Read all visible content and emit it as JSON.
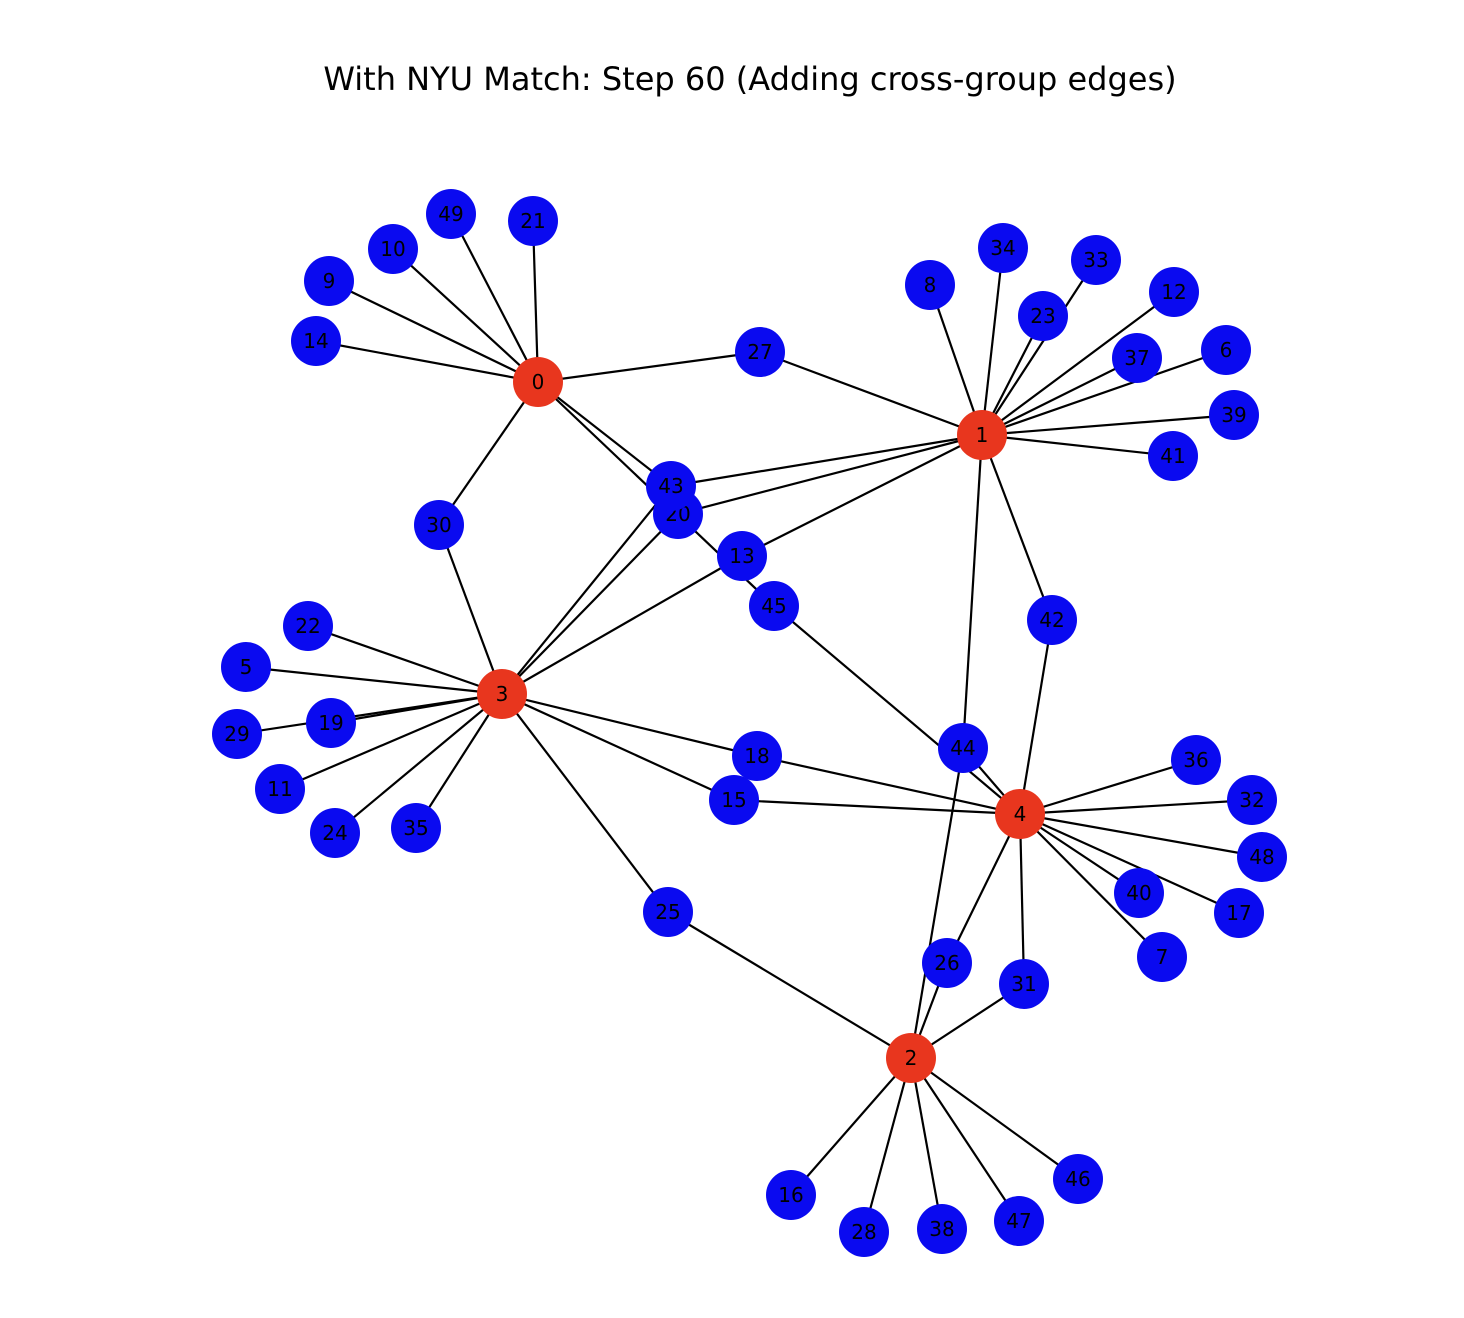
{
  "title": "With NYU Match: Step 60 (Adding cross-group edges)",
  "colors": {
    "hub": "#e8361e",
    "member": "#0a0af0",
    "edge": "#000000",
    "label": "#000000"
  },
  "hubs": [
    "0",
    "1",
    "2",
    "3",
    "4"
  ],
  "nodes": [
    "0",
    "1",
    "2",
    "3",
    "4",
    "5",
    "6",
    "7",
    "8",
    "9",
    "10",
    "11",
    "12",
    "13",
    "14",
    "15",
    "16",
    "17",
    "18",
    "19",
    "20",
    "21",
    "22",
    "23",
    "24",
    "25",
    "26",
    "27",
    "28",
    "29",
    "30",
    "31",
    "32",
    "33",
    "34",
    "35",
    "36",
    "37",
    "38",
    "39",
    "40",
    "41",
    "42",
    "43",
    "44",
    "45",
    "46",
    "47",
    "48",
    "49"
  ],
  "edges": [
    [
      "0",
      "14"
    ],
    [
      "0",
      "9"
    ],
    [
      "0",
      "10"
    ],
    [
      "0",
      "49"
    ],
    [
      "0",
      "21"
    ],
    [
      "0",
      "27"
    ],
    [
      "0",
      "30"
    ],
    [
      "0",
      "43"
    ],
    [
      "0",
      "45"
    ],
    [
      "1",
      "8"
    ],
    [
      "1",
      "34"
    ],
    [
      "1",
      "23"
    ],
    [
      "1",
      "33"
    ],
    [
      "1",
      "12"
    ],
    [
      "1",
      "37"
    ],
    [
      "1",
      "6"
    ],
    [
      "1",
      "39"
    ],
    [
      "1",
      "41"
    ],
    [
      "1",
      "27"
    ],
    [
      "1",
      "43"
    ],
    [
      "1",
      "20"
    ],
    [
      "1",
      "13"
    ],
    [
      "1",
      "42"
    ],
    [
      "1",
      "44"
    ],
    [
      "3",
      "22"
    ],
    [
      "3",
      "5"
    ],
    [
      "3",
      "19"
    ],
    [
      "3",
      "29"
    ],
    [
      "3",
      "11"
    ],
    [
      "3",
      "24"
    ],
    [
      "3",
      "35"
    ],
    [
      "3",
      "30"
    ],
    [
      "3",
      "43"
    ],
    [
      "3",
      "20"
    ],
    [
      "3",
      "13"
    ],
    [
      "3",
      "18"
    ],
    [
      "3",
      "15"
    ],
    [
      "3",
      "25"
    ],
    [
      "4",
      "36"
    ],
    [
      "4",
      "32"
    ],
    [
      "4",
      "48"
    ],
    [
      "4",
      "40"
    ],
    [
      "4",
      "17"
    ],
    [
      "4",
      "7"
    ],
    [
      "4",
      "31"
    ],
    [
      "4",
      "26"
    ],
    [
      "4",
      "42"
    ],
    [
      "4",
      "18"
    ],
    [
      "4",
      "15"
    ],
    [
      "4",
      "44"
    ],
    [
      "4",
      "45"
    ],
    [
      "2",
      "16"
    ],
    [
      "2",
      "28"
    ],
    [
      "2",
      "38"
    ],
    [
      "2",
      "47"
    ],
    [
      "2",
      "46"
    ],
    [
      "2",
      "31"
    ],
    [
      "2",
      "26"
    ],
    [
      "2",
      "25"
    ],
    [
      "2",
      "44"
    ]
  ]
}
